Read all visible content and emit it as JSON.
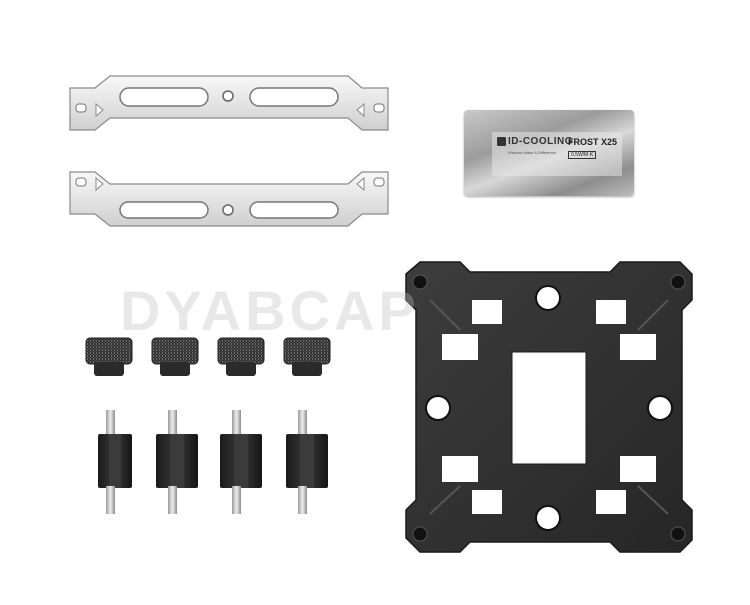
{
  "packet": {
    "brand": "ID-COOLING",
    "tagline": "Wisdom Make A Difference",
    "product": "FROST X25",
    "spec": "0.5W/M·K"
  },
  "watermark": "DYABCAP"
}
